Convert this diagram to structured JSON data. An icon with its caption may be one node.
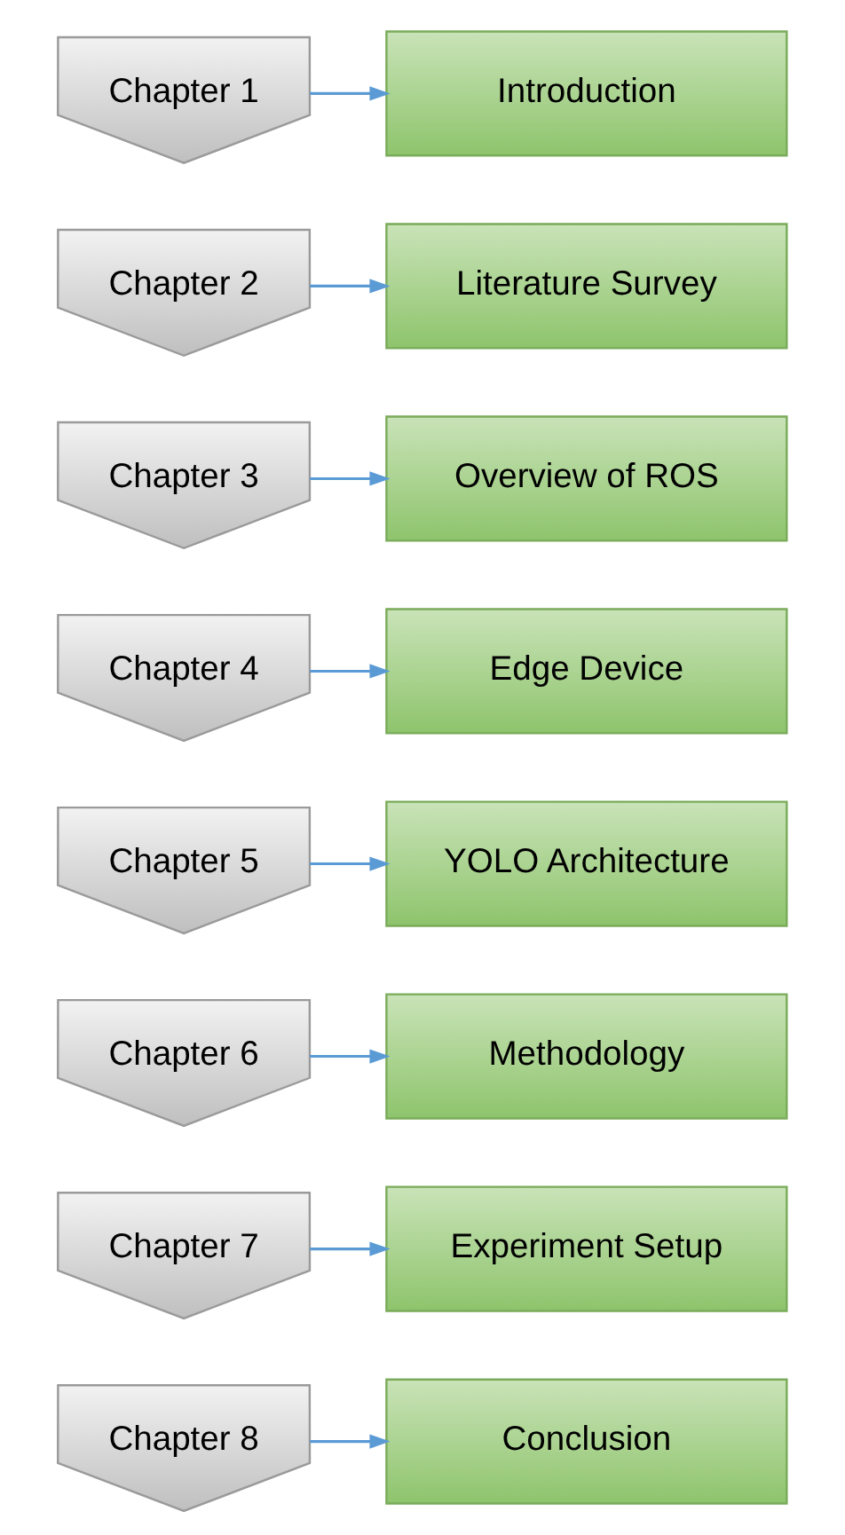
{
  "diagram": {
    "nodes": [
      {
        "text": [
          "Chapter 1"
        ]
      },
      {
        "text": [
          "Introduction"
        ]
      },
      {
        "text": [
          "Chapter 2"
        ]
      },
      {
        "text": [
          "Literature Survey"
        ]
      },
      {
        "text": [
          "Chapter 3"
        ]
      },
      {
        "text": [
          "Overview of ROS"
        ]
      },
      {
        "text": [
          "Chapter 4"
        ]
      },
      {
        "text": [
          "Edge Device"
        ]
      },
      {
        "text": [
          "Chapter 5"
        ]
      },
      {
        "text": [
          "YOLO Architecture"
        ]
      },
      {
        "text": [
          "Chapter 6"
        ]
      },
      {
        "text": [
          "Methodology"
        ]
      },
      {
        "text": [
          "Chapter 7"
        ]
      },
      {
        "text": [
          "Experiment Setup"
        ]
      },
      {
        "text": [
          "Chapter 8"
        ]
      },
      {
        "text": [
          "Conclusion"
        ]
      }
    ],
    "edges": [
      {
        "from": 0,
        "to": 1,
        "arrow": "to"
      },
      {
        "from": 2,
        "to": 3,
        "arrow": "to"
      },
      {
        "from": 4,
        "to": 5,
        "arrow": "to"
      },
      {
        "from": 6,
        "to": 7,
        "arrow": "to"
      },
      {
        "from": 8,
        "to": 9,
        "arrow": "to"
      },
      {
        "from": 10,
        "to": 11,
        "arrow": "to"
      },
      {
        "from": 12,
        "to": 13,
        "arrow": "to"
      },
      {
        "from": 14,
        "to": 15,
        "arrow": "to"
      }
    ]
  }
}
